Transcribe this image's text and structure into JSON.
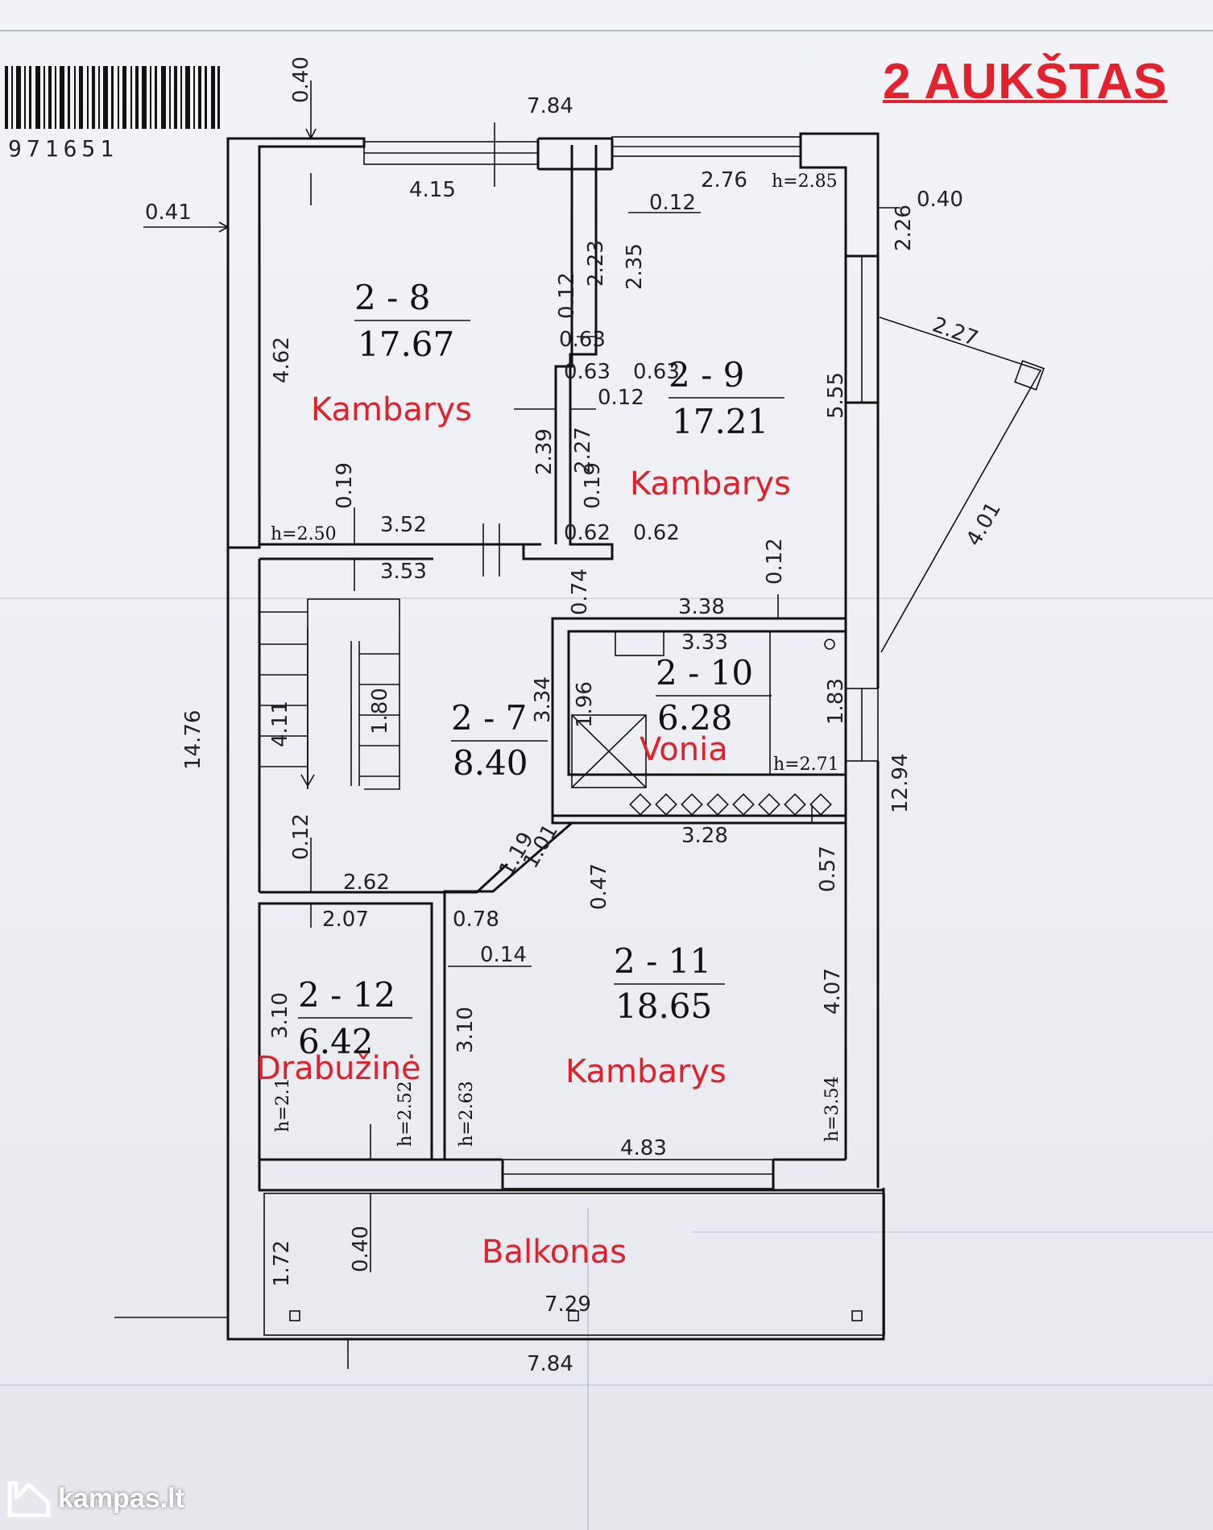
{
  "header": {
    "floor_title": "2 AUKŠTAS",
    "doc_code": "971651"
  },
  "watermark": {
    "text": "kampas.lt"
  },
  "rooms": [
    {
      "id": "2 - 8",
      "area": "17.67",
      "label": "Kambarys"
    },
    {
      "id": "2 - 9",
      "area": "17.21",
      "label": "Kambarys"
    },
    {
      "id": "2 - 10",
      "area": "6.28",
      "label": "Vonia"
    },
    {
      "id": "2 - 7",
      "area": "8.40",
      "label": ""
    },
    {
      "id": "2 - 11",
      "area": "18.65",
      "label": "Kambarys"
    },
    {
      "id": "2 - 12",
      "area": "6.42",
      "label": "Drabužinė"
    }
  ],
  "balcony": {
    "label": "Balkonas"
  },
  "heights": [
    "h=2.85",
    "h=2.50",
    "h=2.71",
    "h=2.1",
    "h=2.52",
    "h=2.63",
    "h=3.54"
  ],
  "dimensions": [
    "7.84",
    "0.40",
    "4.15",
    "0.41",
    "4.62",
    "2.76",
    "0.12",
    "0.40",
    "2.26",
    "2.23",
    "2.35",
    "0.12",
    "0.63",
    "0.63",
    "0.63",
    "0.12",
    "2.27",
    "5.55",
    "2.39",
    "2.27",
    "0.19",
    "0.19",
    "3.52",
    "0.62",
    "0.62",
    "3.53",
    "0.74",
    "0.12",
    "4.01",
    "3.38",
    "3.33",
    "14.76",
    "4.11",
    "1.80",
    "3.34",
    "1.96",
    "1.83",
    "12.94",
    "0.12",
    "1.19",
    "1.01",
    "3.28",
    "0.47",
    "0.57",
    "2.62",
    "2.07",
    "0.78",
    "0.14",
    "4.07",
    "3.10",
    "3.10",
    "4.83",
    "1.72",
    "0.40",
    "7.29",
    "7.84"
  ]
}
